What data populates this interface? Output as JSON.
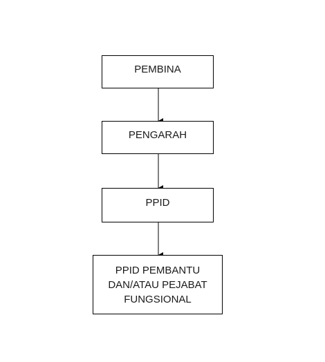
{
  "diagram": {
    "nodes": [
      {
        "id": "pembina",
        "label": "PEMBINA"
      },
      {
        "id": "pengarah",
        "label": "PENGARAH"
      },
      {
        "id": "ppid",
        "label": "PPID"
      },
      {
        "id": "ppid-pembantu",
        "label": "PPID PEMBANTU\nDAN/ATAU PEJABAT\nFUNGSIONAL"
      }
    ],
    "edges": [
      {
        "from": "pembina",
        "to": "pengarah"
      },
      {
        "from": "pengarah",
        "to": "ppid"
      },
      {
        "from": "ppid",
        "to": "ppid-pembantu"
      }
    ],
    "colors": {
      "border": "#000000",
      "text": "#1a1a1a",
      "background": "#ffffff"
    }
  }
}
